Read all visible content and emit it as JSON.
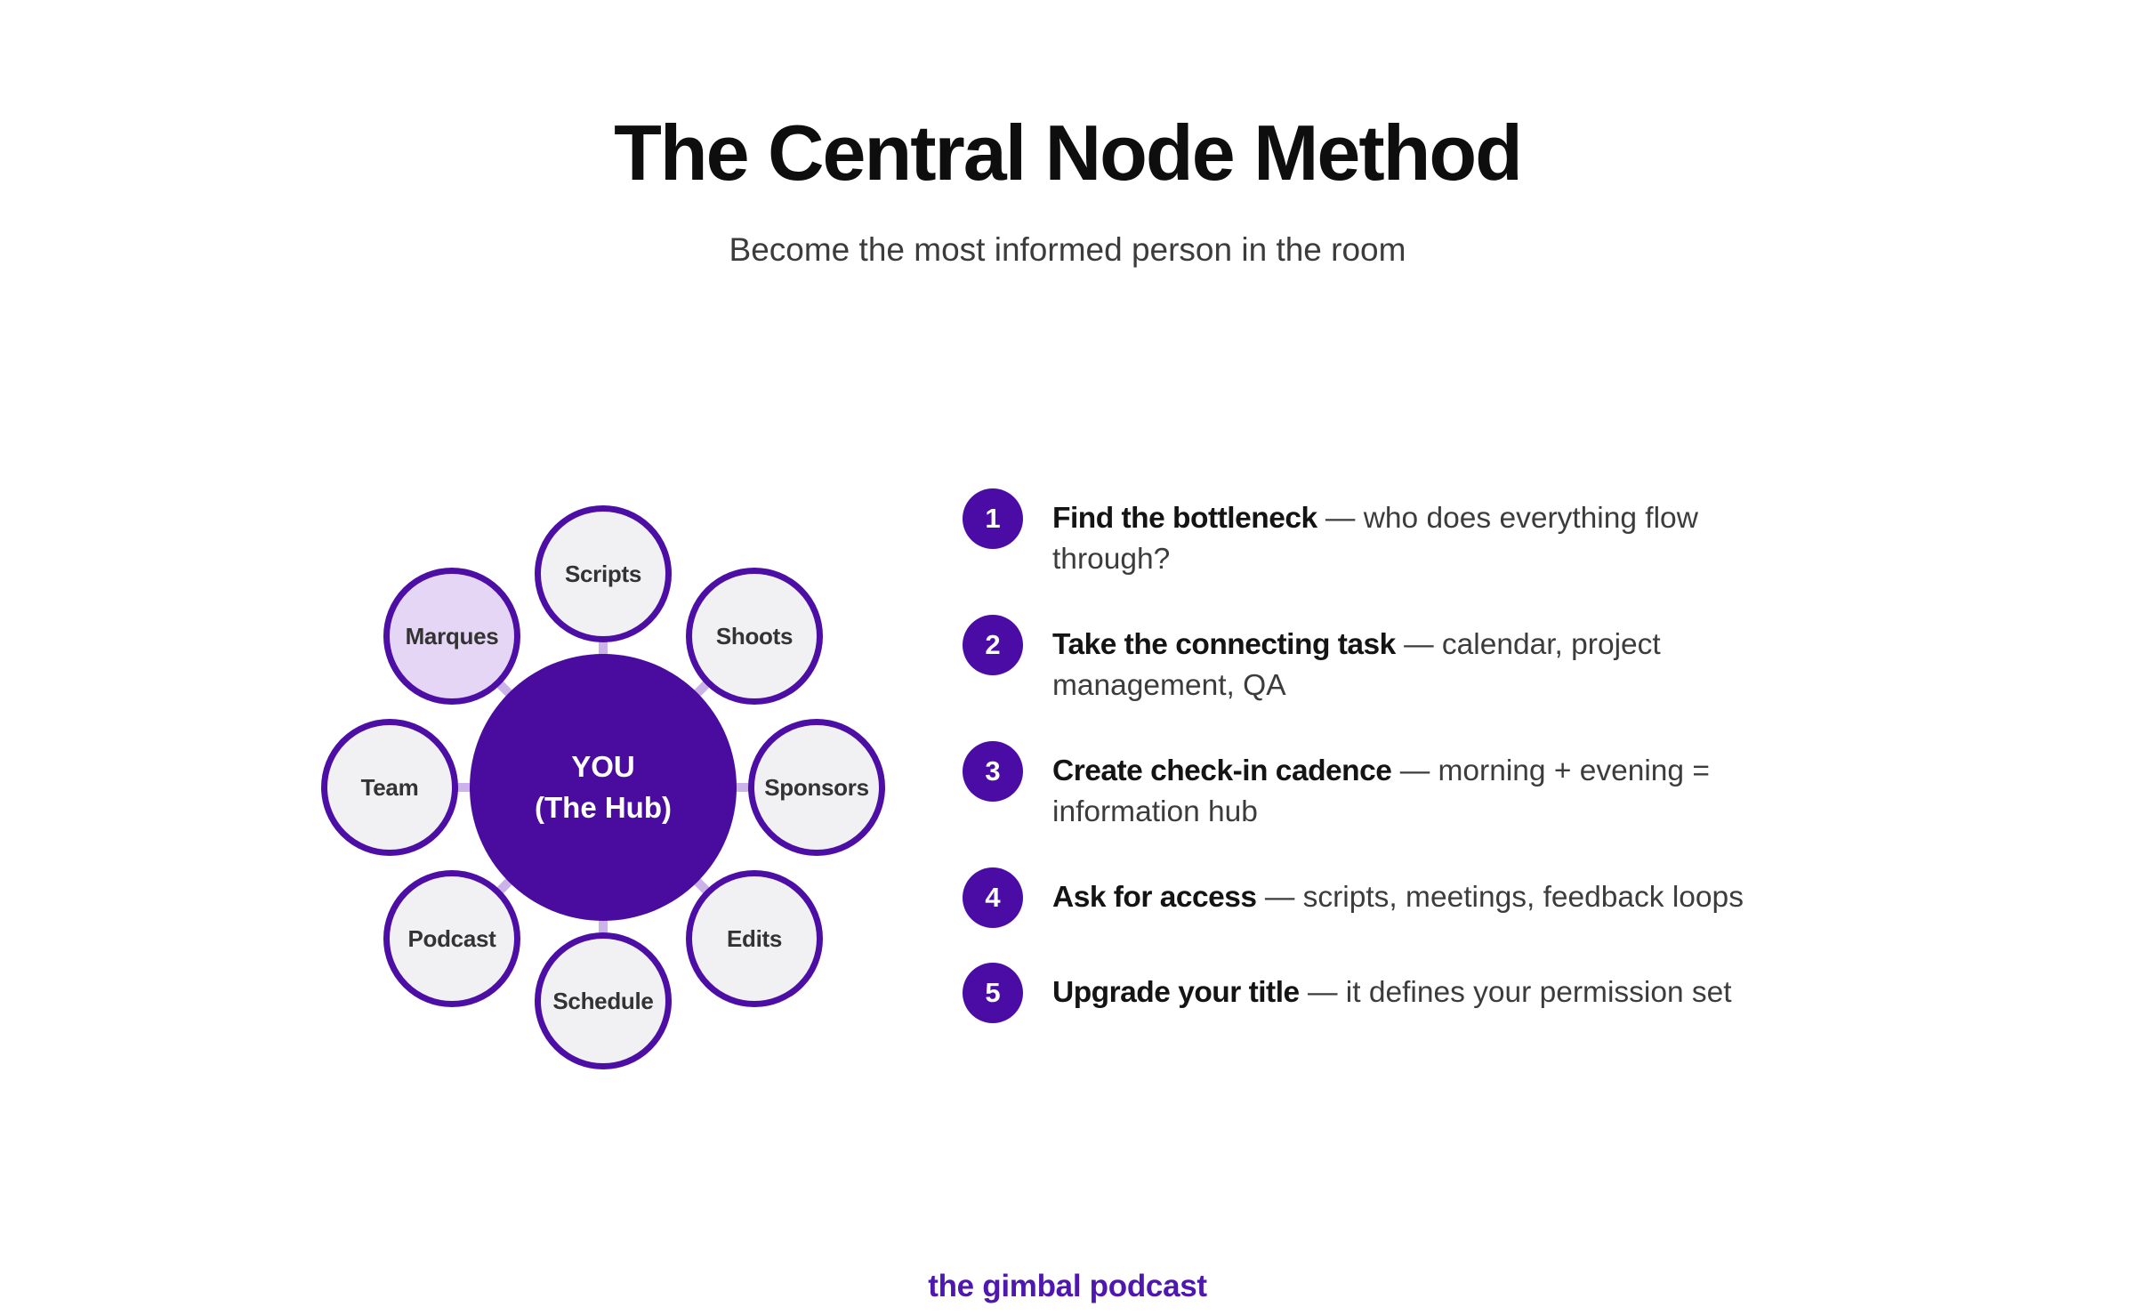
{
  "title": "The Central Node Method",
  "subtitle": "Become the most informed person in the room",
  "diagram": {
    "hub": {
      "line1": "YOU",
      "line2": "(The Hub)"
    },
    "satellites": [
      {
        "label": "Scripts",
        "highlighted": false
      },
      {
        "label": "Shoots",
        "highlighted": false
      },
      {
        "label": "Sponsors",
        "highlighted": false
      },
      {
        "label": "Edits",
        "highlighted": false
      },
      {
        "label": "Schedule",
        "highlighted": false
      },
      {
        "label": "Podcast",
        "highlighted": false
      },
      {
        "label": "Team",
        "highlighted": false
      },
      {
        "label": "Marques",
        "highlighted": true
      }
    ]
  },
  "steps": [
    {
      "num": "1",
      "bold": "Find the bottleneck",
      "rest": "— who does everything flow through?"
    },
    {
      "num": "2",
      "bold": "Take the connecting task",
      "rest": "— calendar, project management, QA"
    },
    {
      "num": "3",
      "bold": "Create check-in cadence",
      "rest": "— morning + evening = information hub"
    },
    {
      "num": "4",
      "bold": "Ask for access",
      "rest": "— scripts, meetings, feedback loops"
    },
    {
      "num": "5",
      "bold": "Upgrade your title",
      "rest": "— it defines your permission set"
    }
  ],
  "footer": {
    "brand": "the gimbal podcast"
  },
  "colors": {
    "title_text": "#0e0e0e",
    "body_text": "#3c3c3c",
    "bold_text": "#141414",
    "circle_label": "#333333",
    "hub_fill": "#4a0c9f",
    "badge_fill": "#4b0ca6",
    "satellite_fill": "#f1f1f3",
    "satellite_border": "#4c0ea4",
    "highlight_fill": "#e6d6f5",
    "connector": "#cbb2e8",
    "footer_text": "#4e17b0"
  }
}
